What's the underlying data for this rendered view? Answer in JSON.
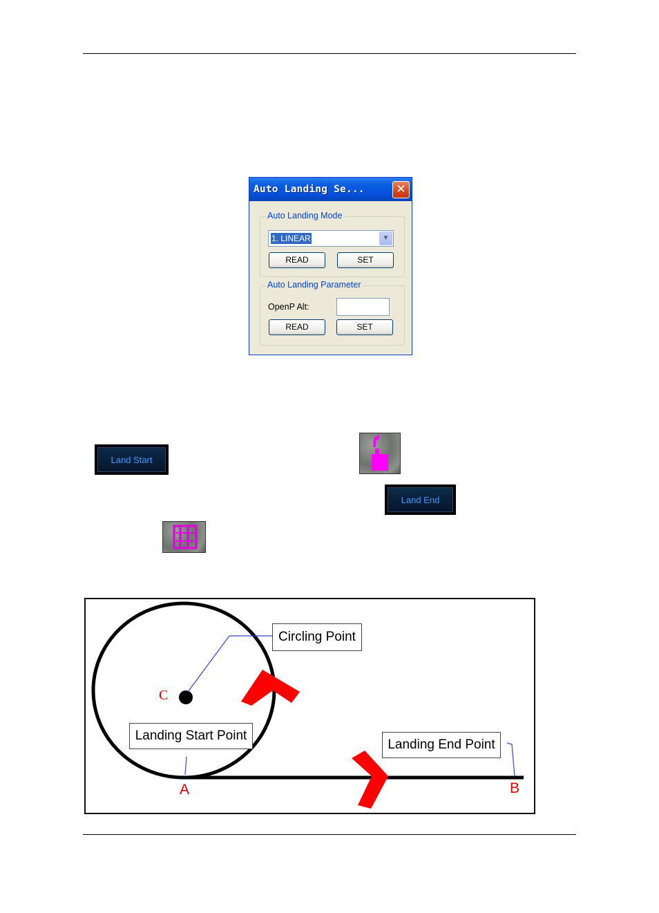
{
  "dialog": {
    "title": "Auto Landing Se...",
    "close_glyph": "✕",
    "mode_group": {
      "legend": "Auto Landing Mode",
      "selected": "1. LINEAR",
      "read_label": "READ",
      "set_label": "SET"
    },
    "param_group": {
      "legend": "Auto Landing Parameter",
      "field_label": "OpenP Alt:",
      "field_value": "",
      "read_label": "READ",
      "set_label": "SET"
    }
  },
  "buttons": {
    "land_start": "Land Start",
    "land_end": "Land End"
  },
  "icons": {
    "land_start_marker": "landing-start-marker-icon",
    "land_end_marker": "landing-end-marker-icon"
  },
  "diagram": {
    "callouts": {
      "circling": "Circling Point",
      "landing_start": "Landing Start Point",
      "landing_end": "Landing End Point"
    },
    "points": {
      "a": "A",
      "b": "B",
      "c": "C"
    },
    "colors": {
      "plane": "#ff0000",
      "label": "#e00000",
      "path": "#000000",
      "leader": "#3344cc"
    }
  }
}
